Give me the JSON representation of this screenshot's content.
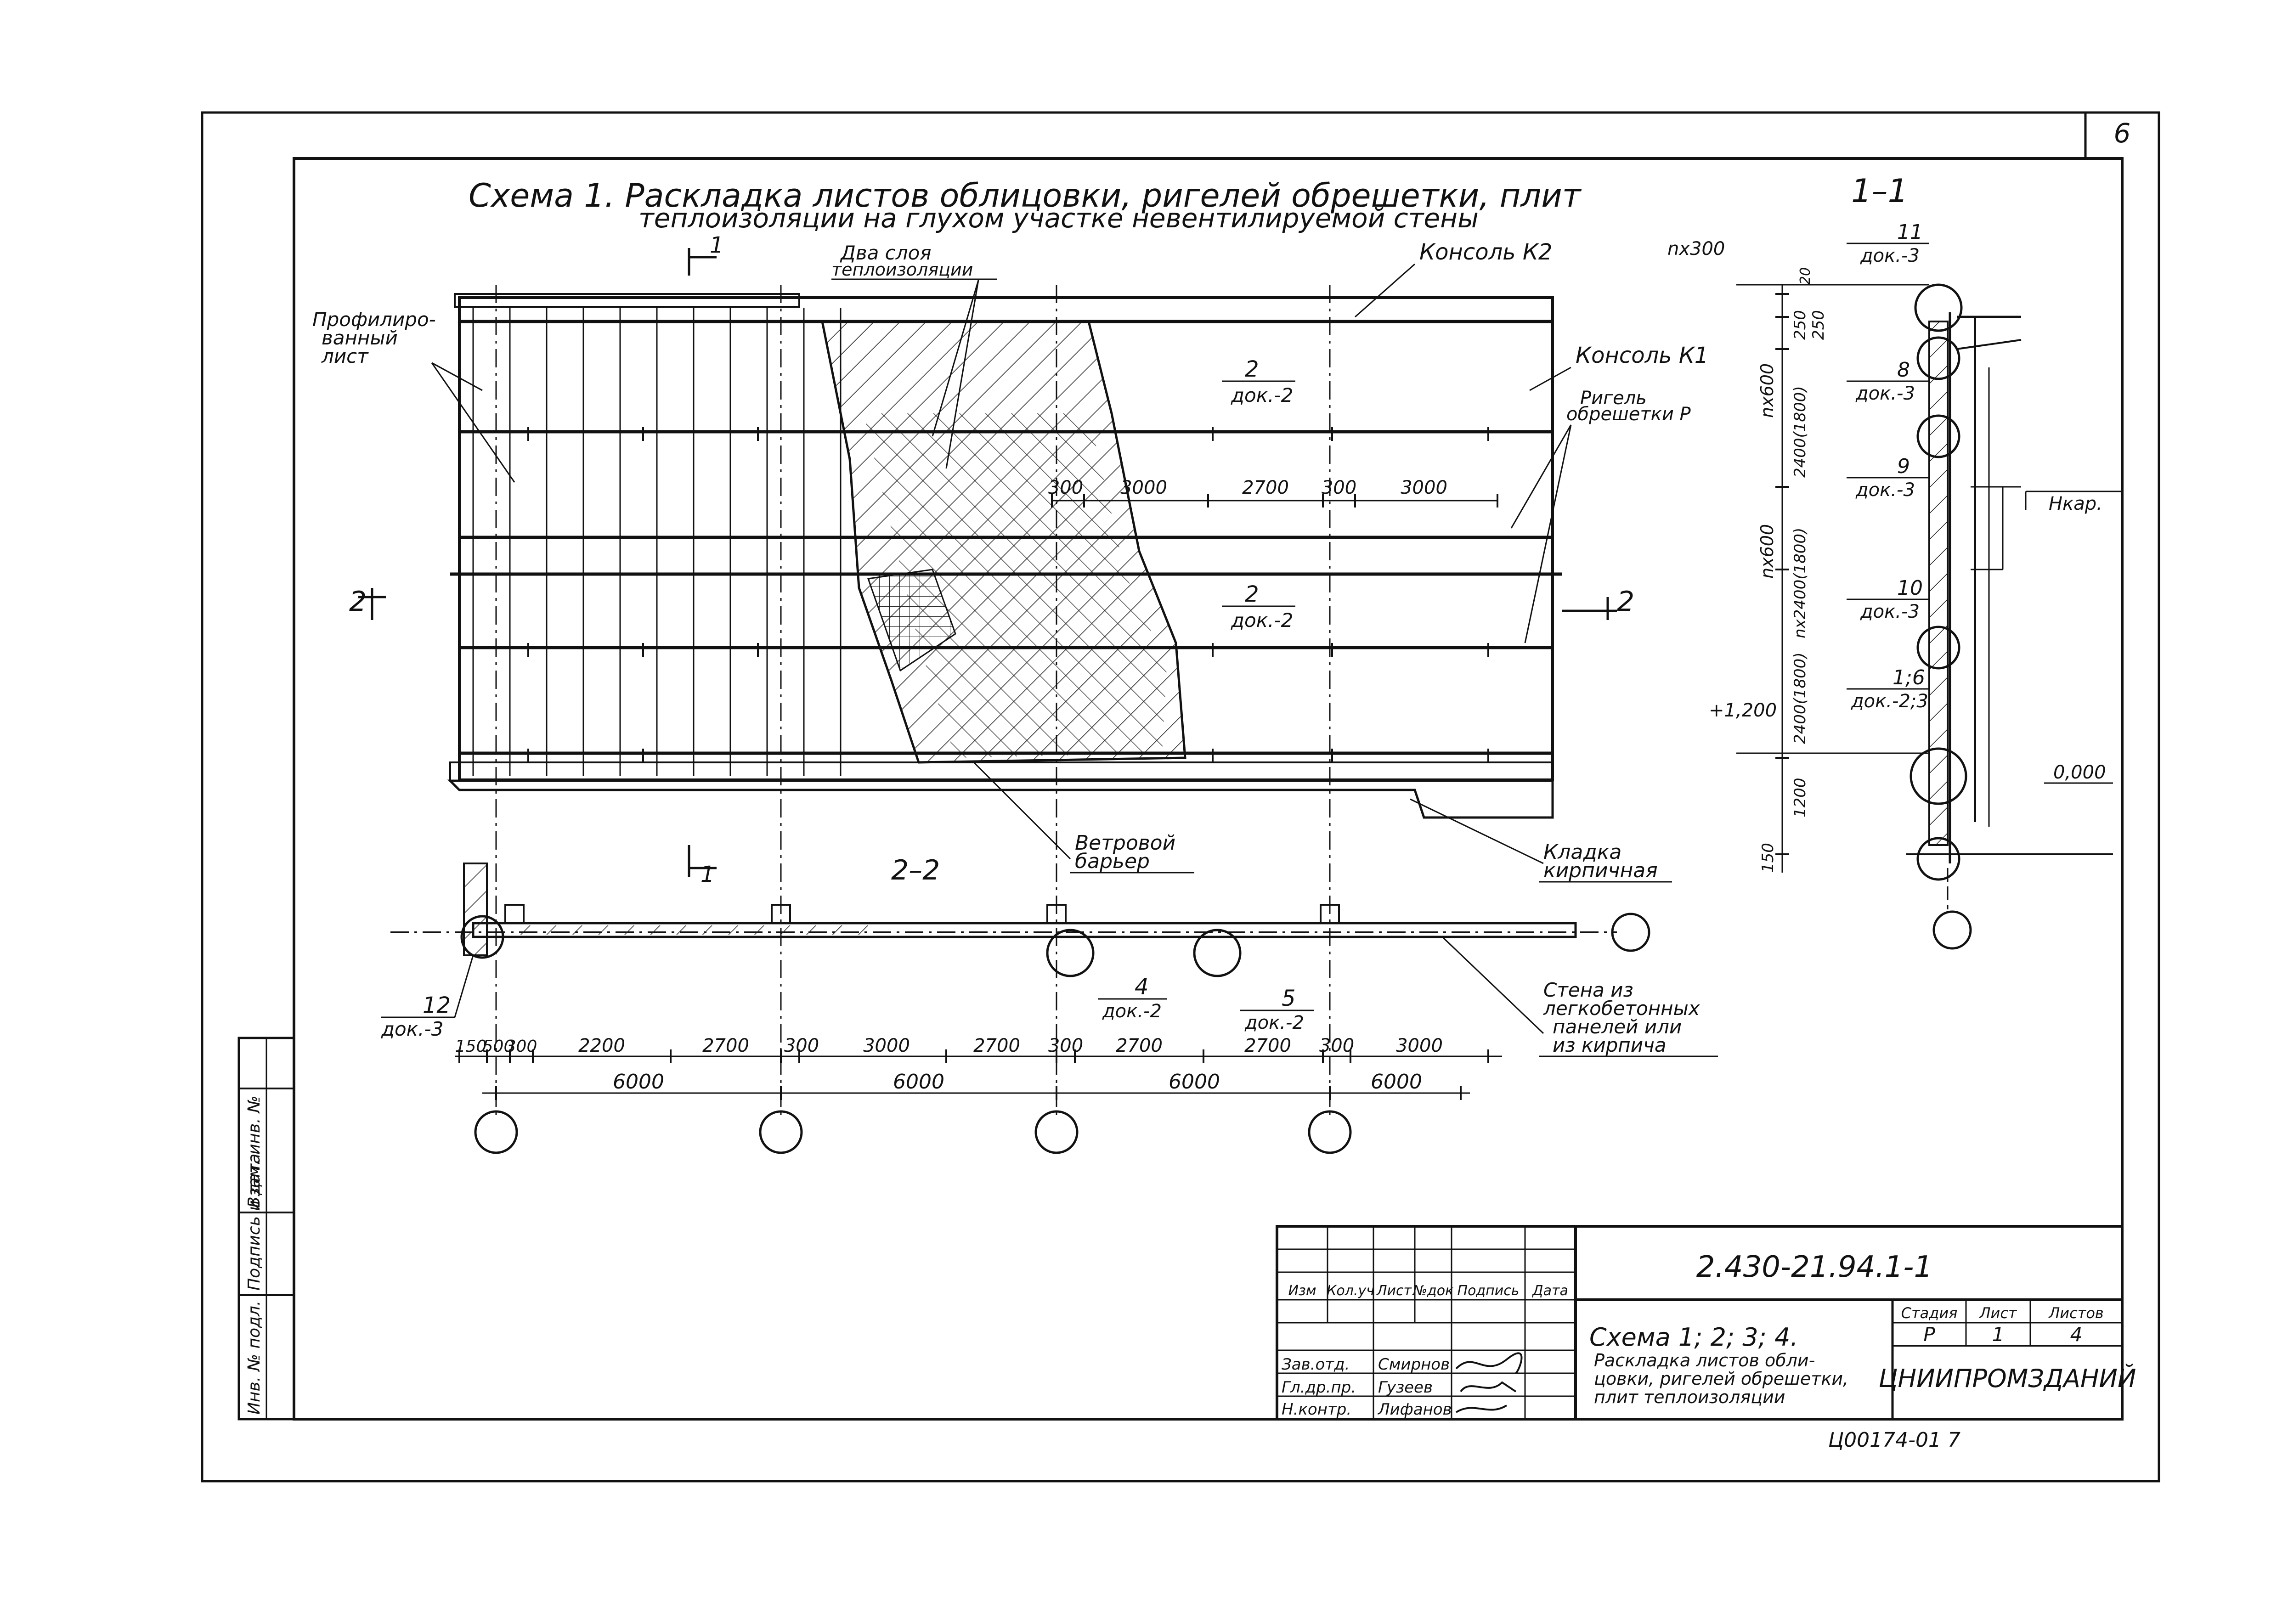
{
  "sheet_number": "6",
  "scheme_title": {
    "line1": "Схема 1. Раскладка листов облицовки, ригелей обрешетки, плит",
    "line2": "теплоизоляции на глухом участке невентилируемой стены"
  },
  "section_1_1": "1–1",
  "section_2_2": "2–2",
  "cut_marks": {
    "one": "1",
    "two": "2"
  },
  "labels": {
    "profiled_sheet": [
      "Профилиро-",
      "ванный",
      "лист"
    ],
    "two_layers": [
      "Два слоя",
      "теплоизоляции"
    ],
    "console_k2": "Консоль К2",
    "console_k1": "Консоль К1",
    "rigel": [
      "Ригель",
      "обрешетки Р"
    ],
    "wind_barrier": [
      "Ветровой",
      "барьер"
    ],
    "brick_masonry": [
      "Кладка",
      "кирпичная"
    ],
    "wall_from": [
      "Стена из",
      "легкобетонных",
      "панелей или",
      "из кирпича"
    ],
    "h_kar": "Нкар."
  },
  "callouts": [
    {
      "num": "2",
      "doc": "док.-2"
    },
    {
      "num": "2",
      "doc": "док.-2"
    },
    {
      "num": "12",
      "doc": "док.-3"
    },
    {
      "num": "4",
      "doc": "док.-2"
    },
    {
      "num": "5",
      "doc": "док.-2"
    },
    {
      "num": "11",
      "doc": "док.-3"
    },
    {
      "num": "8",
      "doc": "док.-3"
    },
    {
      "num": "9",
      "doc": "док.-3"
    },
    {
      "num": "10",
      "doc": "док.-3"
    },
    {
      "num": "1;6",
      "doc": "док.-2;3"
    }
  ],
  "upper_dims": [
    "300",
    "3000",
    "2700",
    "300",
    "3000"
  ],
  "bottom_dims": [
    "150",
    "500",
    "300",
    "2200",
    "2700",
    "300",
    "3000",
    "2700",
    "300",
    "2700",
    "2700",
    "300",
    "3000"
  ],
  "axis_dims": [
    "6000",
    "6000",
    "6000",
    "6000"
  ],
  "section_dims": {
    "top": "nx300",
    "v1": "nx600",
    "v2": "nx600",
    "v3": "250",
    "v4": "250",
    "v5": "2400(1800)",
    "v6": "nx2400(1800)",
    "v7": "2400(1800)",
    "v8": "1200",
    "v9": "150",
    "v10": "20"
  },
  "levels": {
    "plus": "+1,200",
    "zero": "0,000"
  },
  "side_stamp": [
    "Инв. № подл.",
    "Подпись и дата",
    "Взам. инв. №"
  ],
  "title_block": {
    "code": "2.430-21.94.1-1",
    "header_cols": [
      "Изм",
      "Кол.уч",
      "Лист",
      "№док",
      "Подпись",
      "Дата"
    ],
    "people": [
      {
        "role": "Зав.отд.",
        "name": "Смирнов"
      },
      {
        "role": "Гл.др.пр.",
        "name": "Гузеев"
      },
      {
        "role": "Н.контр.",
        "name": "Лифанов"
      }
    ],
    "desc": [
      "Схема 1; 2; 3; 4.",
      "Раскладка листов обли-",
      "цовки, ригелей обрешетки,",
      "плит теплоизоляции"
    ],
    "stage_label": "Стадия",
    "sheet_label": "Лист",
    "sheets_label": "Листов",
    "stage": "Р",
    "sheet": "1",
    "sheets": "4",
    "org": "ЦНИИПРОМЗДАНИЙ",
    "footer": "Ц00174-01   7"
  }
}
